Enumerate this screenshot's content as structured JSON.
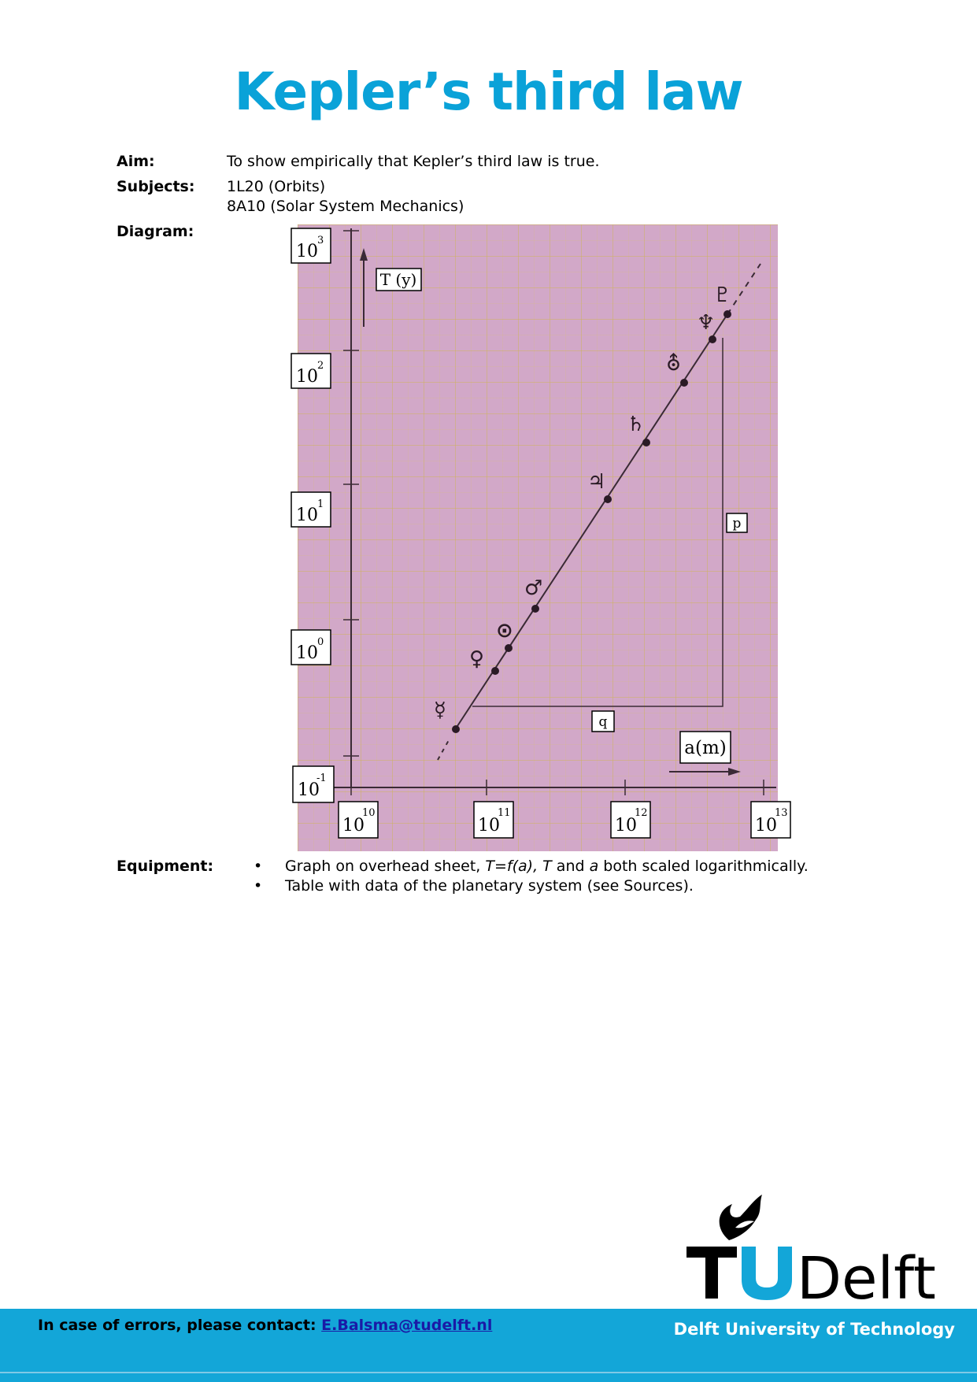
{
  "title": "Kepler’s third law",
  "aim": {
    "label": "Aim:",
    "text": "To show empirically that Kepler’s third law is true."
  },
  "subjects": {
    "label": "Subjects:",
    "items": [
      "1L20 (Orbits)",
      "8A10 (Solar System Mechanics)"
    ]
  },
  "diagram": {
    "label": "Diagram:",
    "y_axis_label": "T (y)",
    "x_axis_label": "a(m)",
    "y_ticks": [
      {
        "base": "10",
        "exp": "3"
      },
      {
        "base": "10",
        "exp": "2"
      },
      {
        "base": "10",
        "exp": "1"
      },
      {
        "base": "10",
        "exp": "0"
      },
      {
        "base": "10",
        "exp": "-1"
      }
    ],
    "x_ticks": [
      {
        "base": "10",
        "exp": "10"
      },
      {
        "base": "10",
        "exp": "11"
      },
      {
        "base": "10",
        "exp": "12"
      },
      {
        "base": "10",
        "exp": "13"
      }
    ],
    "triangle_labels": {
      "p": "p",
      "q": "q"
    },
    "planet_symbols": [
      "☿",
      "♀",
      "⊙",
      "♂",
      "♃",
      "♄",
      "⛢",
      "♆",
      "♇"
    ]
  },
  "equipment": {
    "label": "Equipment:",
    "item1": {
      "pre": "Graph on overhead sheet, ",
      "formula": "T=f(a), T",
      "mid": " and ",
      "var": "a",
      "post": " both scaled logarithmically."
    },
    "item2": "Table with data of the planetary system (see Sources)."
  },
  "logo": {
    "text": "TUDelft"
  },
  "footer": {
    "contact_label": "In case of errors, please contact: ",
    "contact_email": "E.Balsma@tudelft.nl",
    "university": "Delft University of Technology"
  },
  "colors": {
    "title": "#0aa2d8",
    "footer_bg": "#13a6d8",
    "graph_bg": "#d2a8c8",
    "link": "#1a1aa6"
  }
}
